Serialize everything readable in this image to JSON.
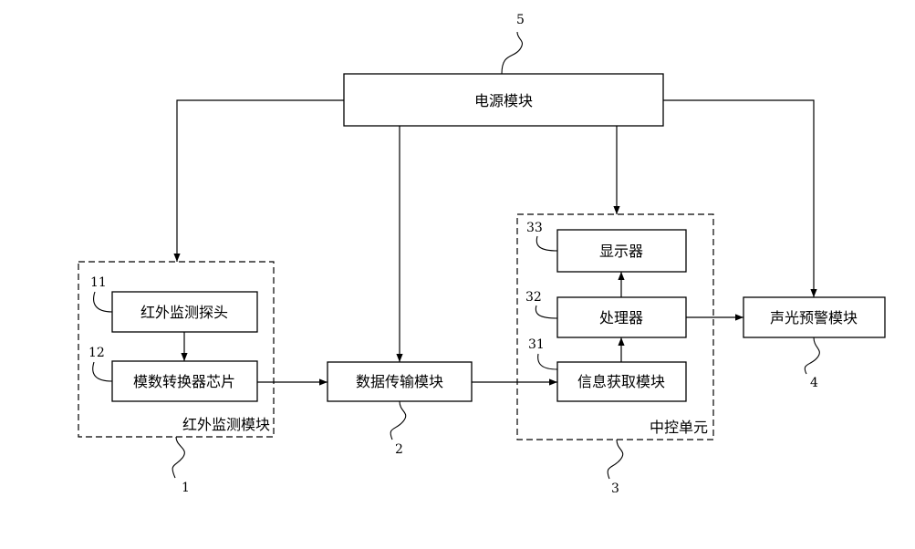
{
  "blocks": {
    "power": "电源模块",
    "ir_probe": "红外监测探头",
    "adc_chip": "模数转换器芯片",
    "ir_module": "红外监测模块",
    "data_tx": "数据传输模块",
    "display": "显示器",
    "processor": "处理器",
    "info_acq": "信息获取模块",
    "central_unit": "中控单元",
    "alarm": "声光预警模块"
  },
  "refs": {
    "power": "5",
    "ir_module": "1",
    "ir_probe": "11",
    "adc_chip": "12",
    "data_tx": "2",
    "central_unit": "3",
    "display": "33",
    "processor": "32",
    "info_acq": "31",
    "alarm": "4"
  }
}
